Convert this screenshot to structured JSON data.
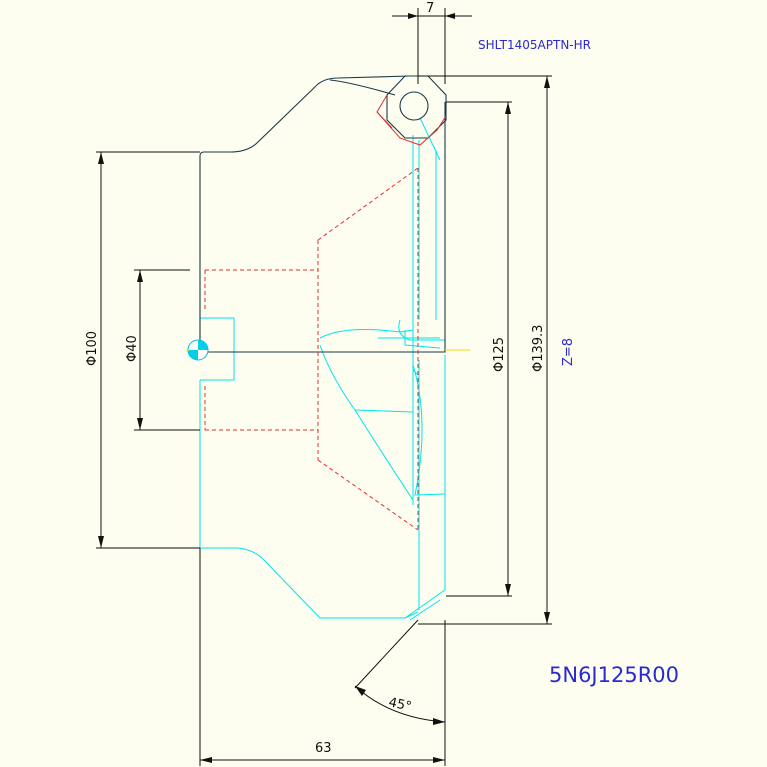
{
  "part_code": "SHLT1405APTN-HR",
  "tool_code": "5N6J125R00",
  "teeth": "Z=8",
  "dimensions": {
    "width_top": "7",
    "bore_dia": "Φ40",
    "hub_dia": "Φ100",
    "cutter_dia": "Φ125",
    "outer_dia": "Φ139.3",
    "length": "63",
    "angle": "45°"
  },
  "colors": {
    "background": "#fdfdf0",
    "dimension": "#111111",
    "body_outline": "#00e5ee",
    "insert_outline": "#1a3a4a",
    "hidden_lines": "#e03030",
    "annotation": "#2a2ad0"
  }
}
